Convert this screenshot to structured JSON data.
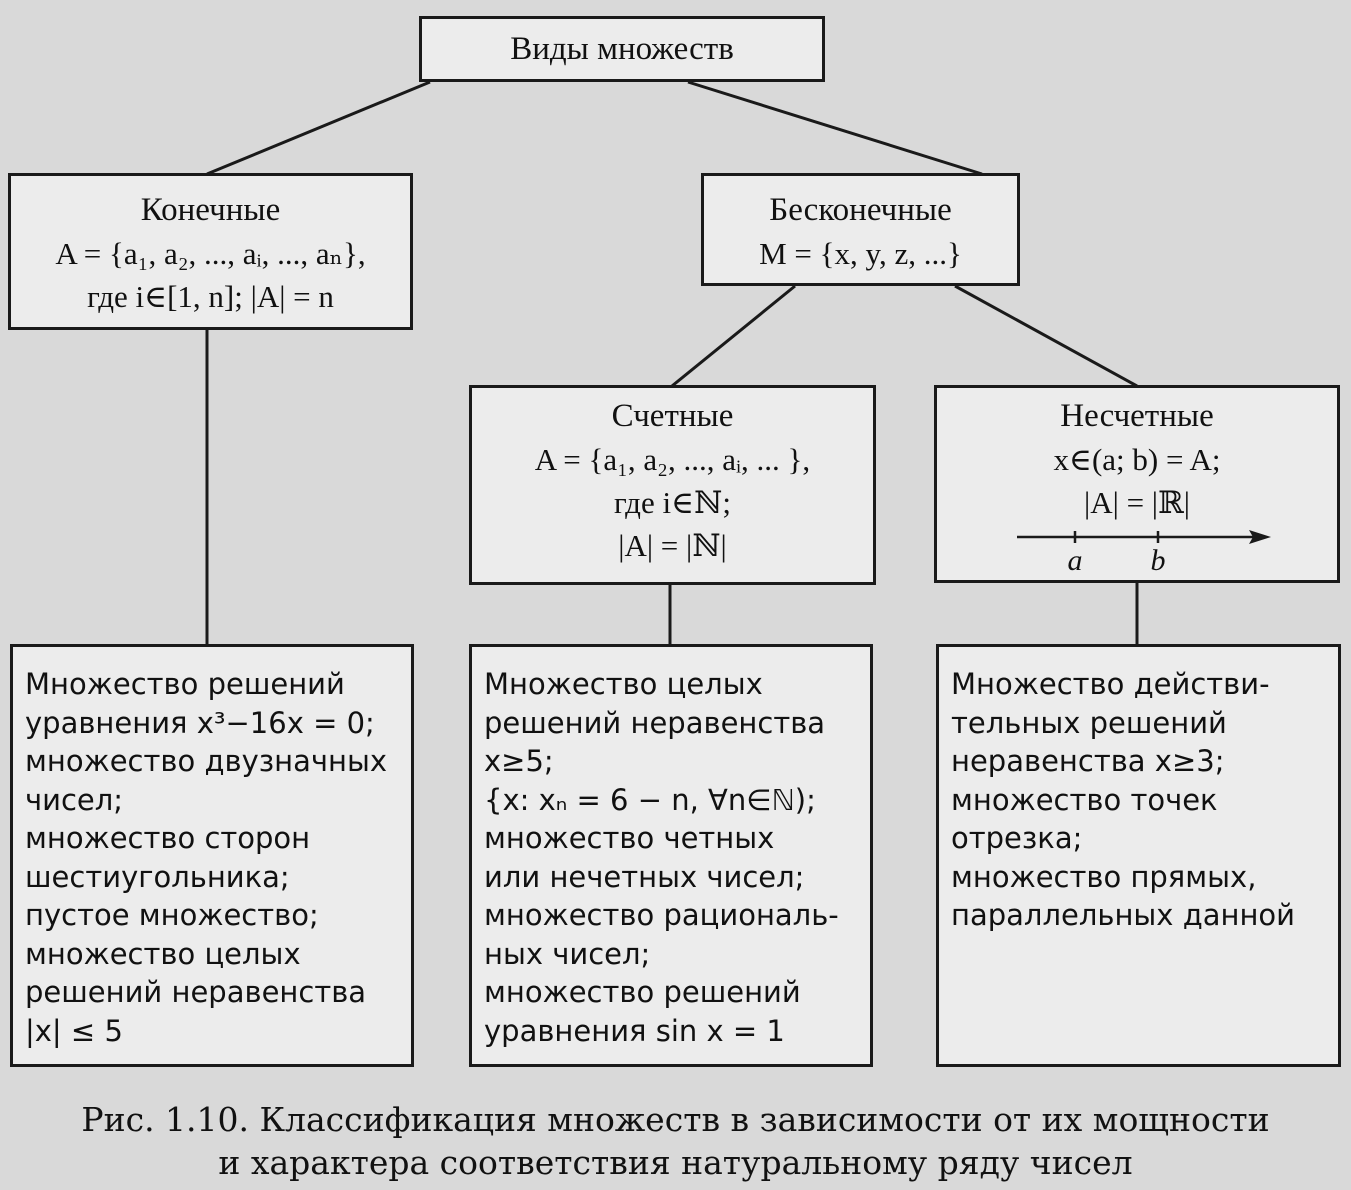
{
  "root": {
    "title": "Виды множеств"
  },
  "finite": {
    "title": "Конечные",
    "lines": [
      "A = {a₁, a₂, ..., aᵢ, ..., aₙ},",
      "где i∈[1, n]; |A| = n"
    ]
  },
  "infinite": {
    "title": "Бесконечные",
    "lines": [
      "M = {x, y, z, ...}"
    ]
  },
  "countable": {
    "title": "Счетные",
    "lines": [
      "A = {a₁, a₂, ..., aᵢ, ... },",
      "где i∈ℕ;",
      "|A| = |ℕ|"
    ]
  },
  "uncountable": {
    "title": "Несчетные",
    "lines": [
      "x∈(a; b) = A;",
      "|A| = |ℝ|"
    ],
    "axis": {
      "a_label": "a",
      "b_label": "b"
    }
  },
  "finite_examples": {
    "lines": [
      "Множество решений",
      "уравнения x³−16x = 0;",
      "множество двузначных",
      "чисел;",
      "множество сторон",
      "шестиугольника;",
      "пустое множество;",
      "множество целых",
      "решений неравенства",
      "|x| ≤ 5"
    ]
  },
  "countable_examples": {
    "lines": [
      "Множество целых",
      "решений неравенства",
      "x≥5;",
      "{x: xₙ = 6 − n,  ∀n∈ℕ);",
      "множество четных",
      "или нечетных чисел;",
      "множество рациональ-",
      "ных чисел;",
      "множество решений",
      "уравнения sin x = 1"
    ]
  },
  "uncountable_examples": {
    "lines": [
      "Множество действи-",
      "тельных решений",
      "неравенства x≥3;",
      "множество точек",
      "отрезка;",
      "множество прямых,",
      "параллельных данной"
    ]
  },
  "caption": {
    "lines": [
      "Рис. 1.10. Классификация множеств в зависимости от их мощности",
      "и характера соответствия натуральному ряду чисел"
    ]
  }
}
